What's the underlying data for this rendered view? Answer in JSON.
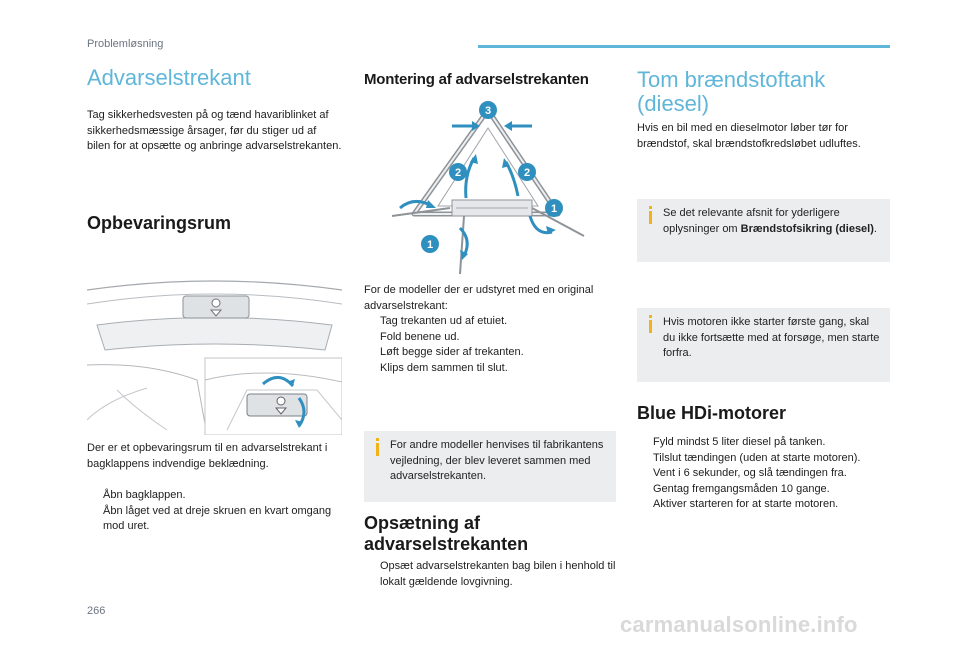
{
  "header": {
    "section": "Problemløsning"
  },
  "col1": {
    "title": "Advarselstrekant",
    "intro": "Tag sikkerhedsvesten på og tænd havariblinket af sikkerhedsmæssige årsager, før du stiger ud af bilen for at opsætte og anbringe advarselstrekanten.",
    "storage_title": "Opbevaringsrum",
    "storage_text": "Der er et opbevaringsrum til en advarselstrekant i bagklappens indvendige beklædning.",
    "storage_steps": [
      "Åbn bagklappen.",
      "Åbn låget ved at dreje skruen en kvart omgang mod uret."
    ]
  },
  "col2": {
    "title": "Montering af advarselstrekanten",
    "figure_labels": [
      "3",
      "2",
      "2",
      "1",
      "1"
    ],
    "intro": "For de modeller der er udstyret med en original advarselstrekant:",
    "steps": [
      "Tag trekanten ud af etuiet.",
      "Fold benene ud.",
      "Løft begge sider af trekanten.",
      "Klips dem sammen til slut."
    ],
    "note": "For andre modeller henvises til fabrikantens vejledning, der blev leveret sammen med advarselstrekanten.",
    "setup_title": "Opsætning af advarselstrekanten",
    "setup_steps": [
      "Opsæt advarselstrekanten bag bilen i henhold til lokalt gældende lovgivning."
    ]
  },
  "col3": {
    "title": "Tom brændstoftank (diesel)",
    "intro": "Hvis en bil med en dieselmotor løber tør for brændstof, skal brændstofkredsløbet udluftes.",
    "note1_prefix": "Se det relevante afsnit for yderligere oplysninger om ",
    "note1_bold": "Brændstofsikring (diesel)",
    "note1_suffix": ".",
    "note2": "Hvis motoren ikke starter første gang, skal du ikke fortsætte med at forsøge, men starte forfra.",
    "hdi_title": "Blue HDi-motorer",
    "hdi_steps": [
      "Fyld mindst 5 liter diesel på tanken.",
      "Tilslut tændingen (uden at starte motoren).",
      "Vent i 6 sekunder, og slå tændingen fra.",
      "Gentag fremgangsmåden 10 gange.",
      "Aktiver starteren for at starte motoren."
    ]
  },
  "footer": {
    "page": "266",
    "watermark": "carmanualsonline.info"
  },
  "bullet_glyph": "",
  "colors": {
    "accent": "#5fb6d9",
    "note_bg": "#ebedef",
    "note_marker": "#f2b21a",
    "marker_blue": "#2f8fbf"
  }
}
